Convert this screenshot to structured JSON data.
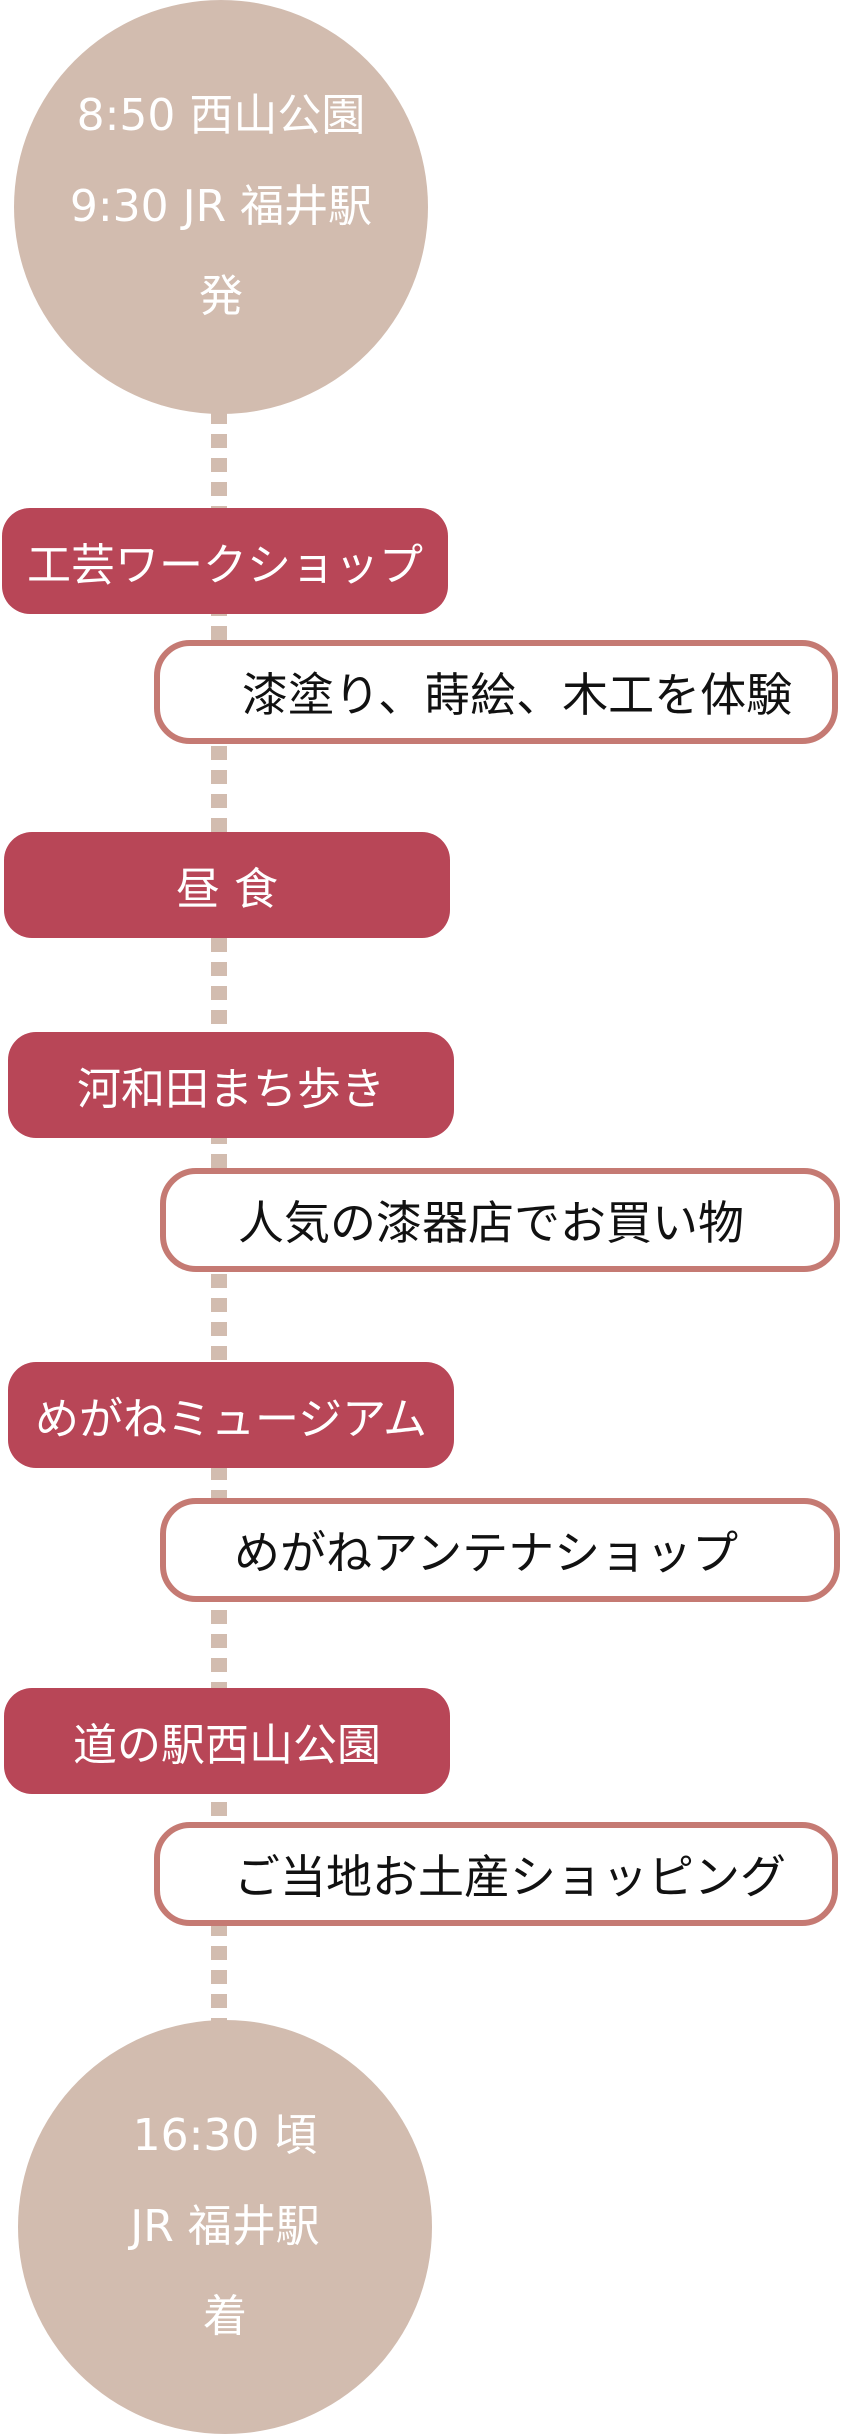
{
  "start": {
    "line1": "8:50 西山公園",
    "line2": "9:30 JR 福井駅",
    "line3": "発"
  },
  "items": [
    {
      "label": "工芸ワークショップ",
      "detail": "漆塗り、蒔絵、木工を体験"
    },
    {
      "label": "昼 食",
      "detail": ""
    },
    {
      "label": "河和田まち歩き",
      "detail": "人気の漆器店でお買い物"
    },
    {
      "label": "めがねミュージアム",
      "detail": "めがねアンテナショップ"
    },
    {
      "label": "道の駅西山公園",
      "detail": "ご当地お土産ショッピング"
    }
  ],
  "end": {
    "line1": "16:30 頃",
    "line2": "JR 福井駅",
    "line3": "着"
  },
  "colors": {
    "circle": "#d2bcaf",
    "pill": "#b84657",
    "box_border": "#c57a73",
    "line": "#d2bcaf"
  }
}
